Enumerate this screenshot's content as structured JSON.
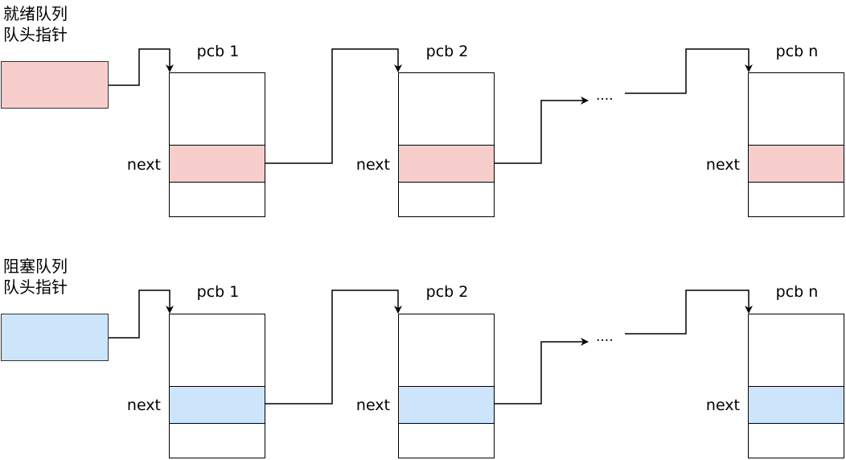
{
  "ready_queue": {
    "label_line1": "就绪队列",
    "label_line2": "队头指针",
    "fill_color": "#f8cecc",
    "pcbs": [
      {
        "title": "pcb 1",
        "next_label": "next"
      },
      {
        "title": "pcb 2",
        "next_label": "next"
      },
      {
        "title": "pcb n",
        "next_label": "next"
      }
    ],
    "ellipsis": "...."
  },
  "blocked_queue": {
    "label_line1": "阻塞队列",
    "label_line2": "队头指针",
    "fill_color": "#cce5fb",
    "pcbs": [
      {
        "title": "pcb 1",
        "next_label": "next"
      },
      {
        "title": "pcb 2",
        "next_label": "next"
      },
      {
        "title": "pcb n",
        "next_label": "next"
      }
    ],
    "ellipsis": "...."
  }
}
